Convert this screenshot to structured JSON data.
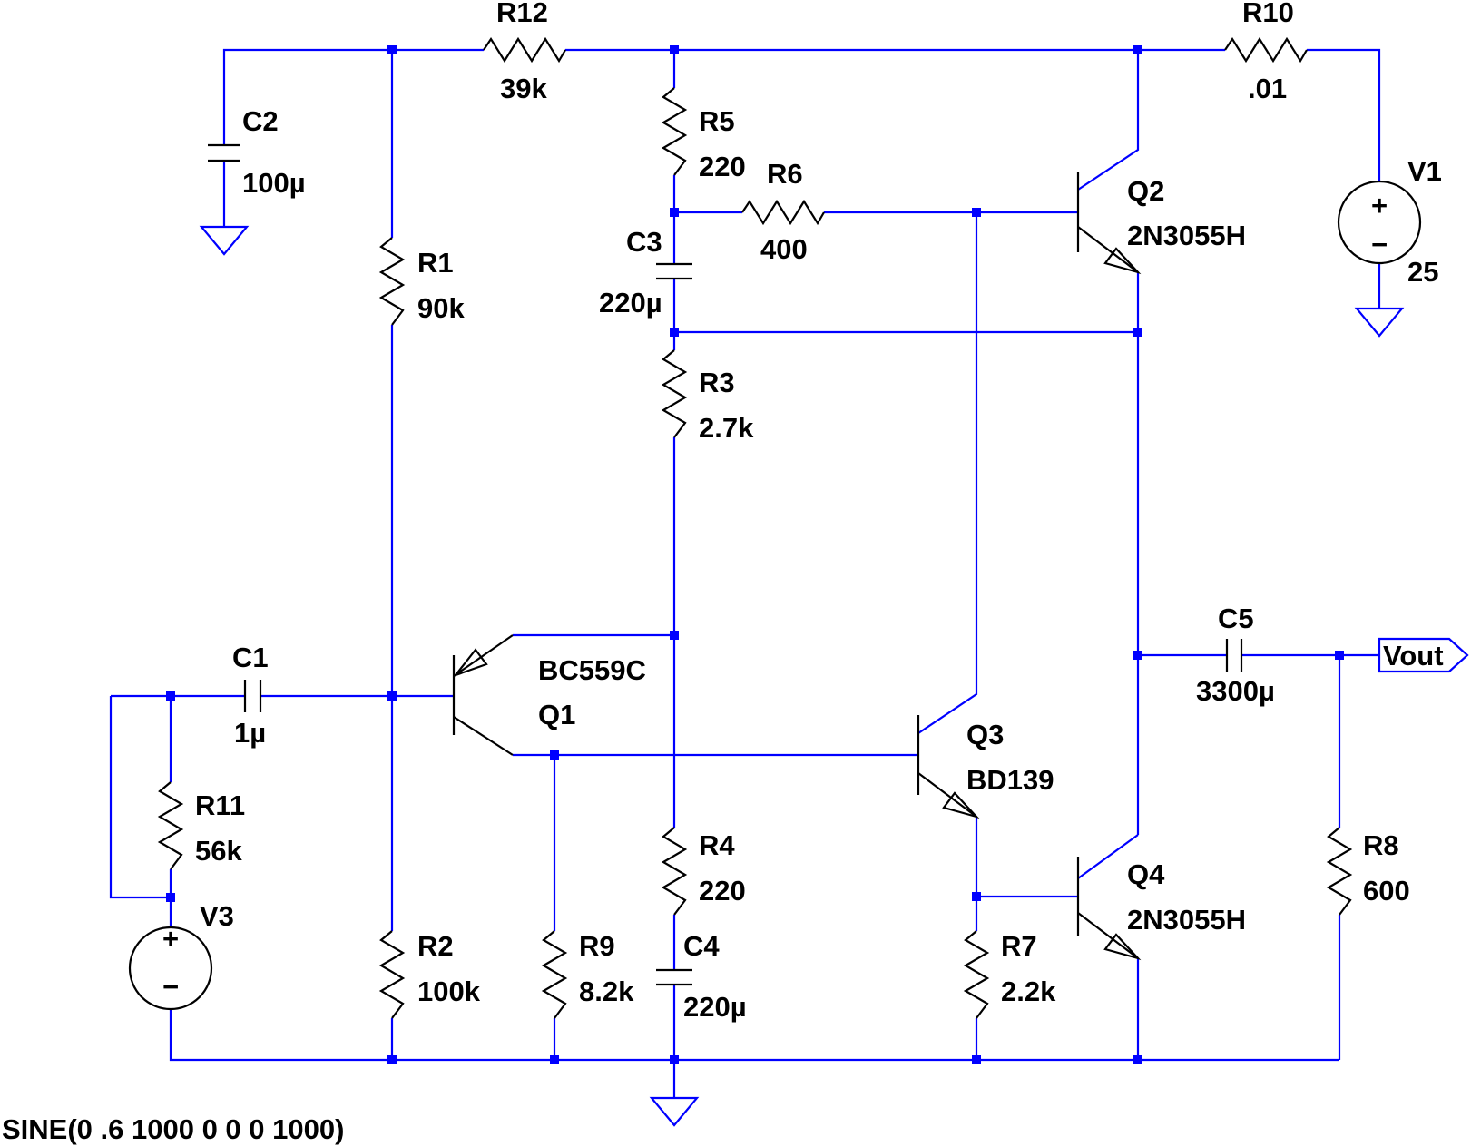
{
  "colors": {
    "wire": "#0000ff",
    "component": "#000000",
    "background": "#ffffff"
  },
  "components": {
    "R12": {
      "ref": "R12",
      "value": "39k"
    },
    "R10": {
      "ref": "R10",
      "value": ".01"
    },
    "C2": {
      "ref": "C2",
      "value": "100µ"
    },
    "R5": {
      "ref": "R5",
      "value": "220"
    },
    "R6": {
      "ref": "R6",
      "value": "400"
    },
    "Q2": {
      "ref": "Q2",
      "value": "2N3055H"
    },
    "V1": {
      "ref": "V1",
      "value": "25"
    },
    "R1": {
      "ref": "R1",
      "value": "90k"
    },
    "C3": {
      "ref": "C3",
      "value": "220µ"
    },
    "R3": {
      "ref": "R3",
      "value": "2.7k"
    },
    "C5": {
      "ref": "C5",
      "value": "3300µ"
    },
    "C1": {
      "ref": "C1",
      "value": "1µ"
    },
    "Q1": {
      "ref": "Q1",
      "value": "BC559C"
    },
    "Q3": {
      "ref": "Q3",
      "value": "BD139"
    },
    "R11": {
      "ref": "R11",
      "value": "56k"
    },
    "R4": {
      "ref": "R4",
      "value": "220"
    },
    "Q4": {
      "ref": "Q4",
      "value": "2N3055H"
    },
    "R8": {
      "ref": "R8",
      "value": "600"
    },
    "V3": {
      "ref": "V3"
    },
    "R2": {
      "ref": "R2",
      "value": "100k"
    },
    "R9": {
      "ref": "R9",
      "value": "8.2k"
    },
    "C4": {
      "ref": "C4",
      "value": "220µ"
    },
    "R7": {
      "ref": "R7",
      "value": "2.2k"
    }
  },
  "net_labels": {
    "vout": "Vout"
  },
  "sources": {
    "v3_spec": "SINE(0 .6 1000 0 0 0 1000)"
  },
  "symbols": {
    "plus": "+",
    "minus": "−"
  }
}
